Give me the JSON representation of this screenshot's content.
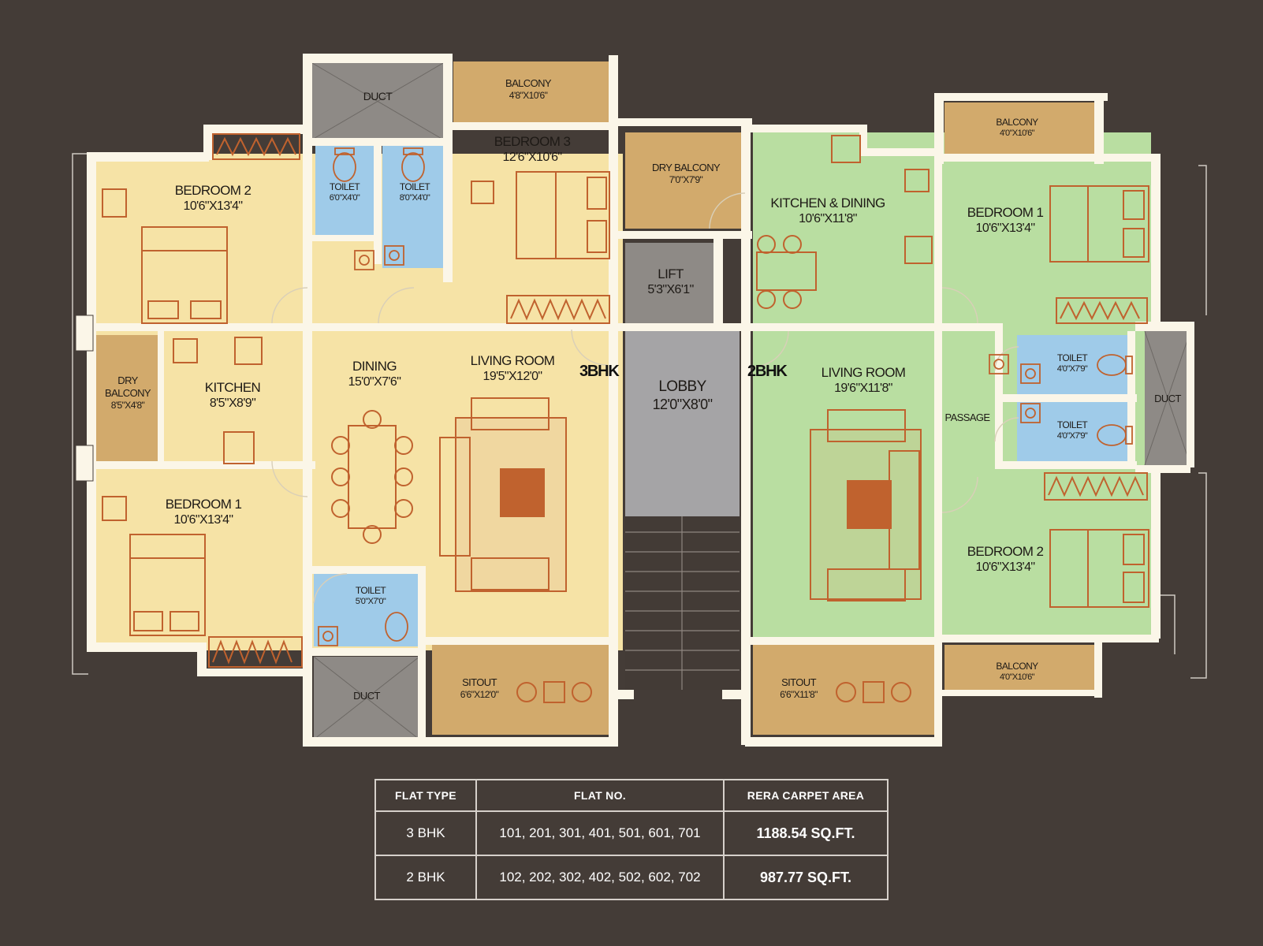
{
  "flat_3bhk_tag": "3BHK",
  "flat_2bhk_tag": "2BHK",
  "rooms": {
    "duct_top": {
      "name": "DUCT",
      "size": ""
    },
    "balcony_top": {
      "name": "BALCONY",
      "size": "4'8\"X10'6\""
    },
    "bedroom2_3bhk": {
      "name": "BEDROOM 2",
      "size": "10'6\"X13'4\""
    },
    "toilet_a": {
      "name": "TOILET",
      "size": "6'0\"X4'0\""
    },
    "toilet_b": {
      "name": "TOILET",
      "size": "8'0\"X4'0\""
    },
    "bedroom3": {
      "name": "BEDROOM 3",
      "size": "12'6\"X10'6\""
    },
    "dry_balcony_mid": {
      "name": "DRY BALCONY",
      "size": "7'0\"X7'9\""
    },
    "lift": {
      "name": "LIFT",
      "size": "5'3\"X6'1\""
    },
    "kitchen_dining": {
      "name": "KITCHEN & DINING",
      "size": "10'6\"X11'8\""
    },
    "balcony_right_top": {
      "name": "BALCONY",
      "size": "4'0\"X10'6\""
    },
    "bedroom1_2bhk": {
      "name": "BEDROOM 1",
      "size": "10'6\"X13'4\""
    },
    "dry_balcony_left": {
      "name": "DRY BALCONY",
      "size": "8'5\"X4'8\""
    },
    "kitchen": {
      "name": "KITCHEN",
      "size": "8'5\"X8'9\""
    },
    "dining": {
      "name": "DINING",
      "size": "15'0\"X7'6\""
    },
    "living_3bhk": {
      "name": "LIVING ROOM",
      "size": "19'5\"X12'0\""
    },
    "lobby": {
      "name": "LOBBY",
      "size": "12'0\"X8'0\""
    },
    "living_2bhk": {
      "name": "LIVING ROOM",
      "size": "19'6\"X11'8\""
    },
    "toilet_c": {
      "name": "TOILET",
      "size": "4'0\"X7'9\""
    },
    "toilet_d": {
      "name": "TOILET",
      "size": "4'0\"X7'9\""
    },
    "passage": {
      "name": "PASSAGE",
      "size": ""
    },
    "duct_right": {
      "name": "DUCT",
      "size": ""
    },
    "bedroom1_3bhk": {
      "name": "BEDROOM 1",
      "size": "10'6\"X13'4\""
    },
    "bedroom2_2bhk": {
      "name": "BEDROOM 2",
      "size": "10'6\"X13'4\""
    },
    "toilet_e": {
      "name": "TOILET",
      "size": "5'0\"X7'0\""
    },
    "duct_bottom": {
      "name": "DUCT",
      "size": ""
    },
    "sitout_3bhk": {
      "name": "SITOUT",
      "size": "6'6\"X12'0\""
    },
    "sitout_2bhk": {
      "name": "SITOUT",
      "size": "6'6\"X11'8\""
    },
    "balcony_right_bottom": {
      "name": "BALCONY",
      "size": "4'0\"X10'6\""
    }
  },
  "table": {
    "headers": [
      "FLAT TYPE",
      "FLAT NO.",
      "RERA CARPET AREA"
    ],
    "rows": [
      [
        "3 BHK",
        "101, 201, 301, 401, 501, 601, 701",
        "1188.54 SQ.FT."
      ],
      [
        "2 BHK",
        "102, 202, 302, 402, 502, 602, 702",
        "987.77 SQ.FT."
      ]
    ]
  },
  "colors": {
    "background": "#443c37",
    "flat_3bhk": "#f6e3a6",
    "flat_2bhk": "#b9dea1",
    "toilet": "#9fcbe9",
    "balcony": "#d2aa6c",
    "duct": "#8e8a86",
    "lobby": "#a5a4a6",
    "furniture": "#c0622e",
    "wall": "#fbf6e8"
  }
}
